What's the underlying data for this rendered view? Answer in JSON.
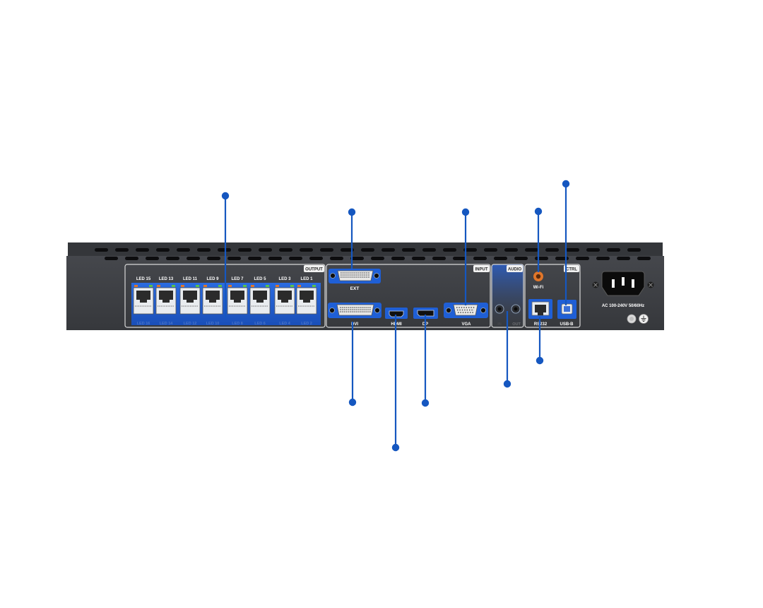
{
  "device": {
    "sections": {
      "output": "OUTPUT",
      "input": "INPUT",
      "audio": "AUDIO",
      "ctrl": "CTRL"
    },
    "led_ports_top": [
      "LED 15",
      "LED 13",
      "LED 11",
      "LED 9",
      "LED 7",
      "LED 5",
      "LED 3",
      "LED 1"
    ],
    "led_ports_bottom": [
      "LED 16",
      "LED 14",
      "LED 12",
      "LED 10",
      "LED 8",
      "LED 6",
      "LED 4",
      "LED 2"
    ],
    "inputs": {
      "ext": "EXT",
      "dvi": "DVI",
      "hdmi": "HDMI",
      "dp": "DP",
      "vga": "VGA"
    },
    "audio": {
      "in": "IN",
      "out": "OUT"
    },
    "ctrl": {
      "wifi": "Wi-Fi",
      "rs232": "RS232",
      "usb": "USB-B"
    },
    "power_label": "AC 100-240V 50/60Hz"
  },
  "colors": {
    "chassis": "#3e4044",
    "chassis_top": "#34363a",
    "highlight": "#1f5fd6",
    "callout": "#1557c0",
    "port_orange": "#e0762a"
  }
}
